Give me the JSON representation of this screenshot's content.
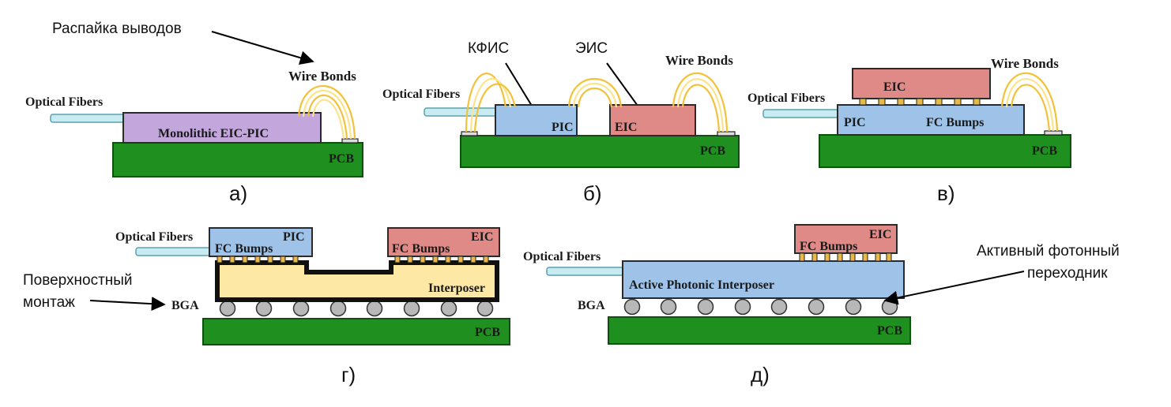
{
  "annotations": {
    "wire_bonds_ru": "Распайка выводов",
    "kfis": "КФИС",
    "eis": "ЭИС",
    "surface_mount": [
      "Поверхностный",
      "монтаж"
    ],
    "active_interposer_ru": [
      "Активный фотонный",
      "переходник"
    ]
  },
  "labels": {
    "optical_fibers": "Optical Fibers",
    "wire_bonds": "Wire Bonds",
    "pcb": "PCB",
    "monolithic": "Monolithic EIC-PIC",
    "pic": "PIC",
    "eic": "EIC",
    "fc_bumps": "FC Bumps",
    "interposer": "Interposer",
    "bga": "BGA",
    "active_photonic_interposer": "Active Photonic Interposer"
  },
  "captions": {
    "a": "а)",
    "b": "б)",
    "c": "в)",
    "d": "г)",
    "e": "д)"
  }
}
